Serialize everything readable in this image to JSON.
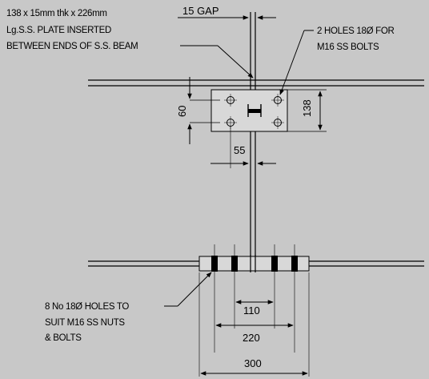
{
  "notes": {
    "plate": [
      "138 x 15mm thk x 226mm",
      "Lg.S.S. PLATE INSERTED",
      "BETWEEN ENDS OF S.S. BEAM"
    ],
    "top_holes": [
      "2 HOLES 18Ø FOR",
      "M16 SS BOLTS"
    ],
    "bottom_holes": [
      "8 No 18Ø HOLES TO",
      "SUIT M16 SS NUTS",
      "& BOLTS"
    ]
  },
  "dimensions": {
    "gap": "15 GAP",
    "hole_spacing": "60",
    "plate_height": "138",
    "plate_width": "55",
    "inner_bolts": "110",
    "middle_bolts": "220",
    "outer_plate": "300"
  },
  "colors": {
    "background": "#c8c8c8",
    "plate_fill": "#d8d8d8",
    "line": "#000000"
  }
}
